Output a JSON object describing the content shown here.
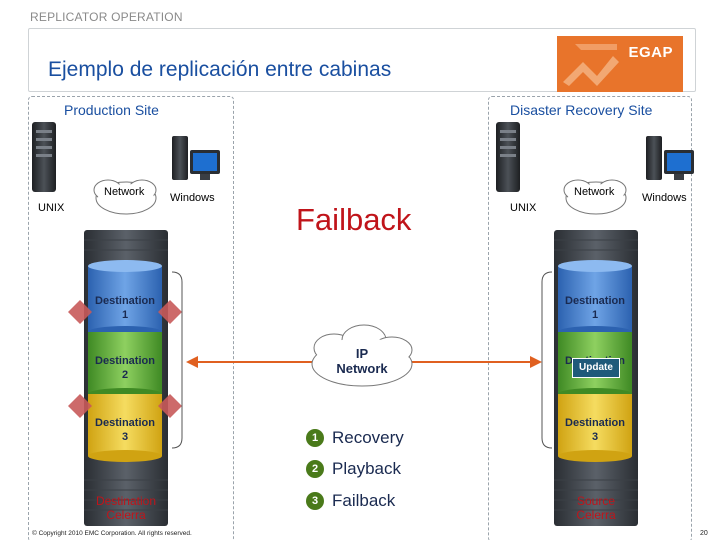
{
  "header": {
    "section": "REPLICATOR OPERATION",
    "title": "Ejemplo de replicación entre cabinas",
    "logo_text": "EGAP"
  },
  "production_site": {
    "title": "Production Site",
    "unix": "UNIX",
    "network": "Network",
    "windows": "Windows",
    "volumes": [
      {
        "line1": "Destination",
        "line2": "1"
      },
      {
        "line1": "Destination",
        "line2": "2"
      },
      {
        "line1": "Destination",
        "line2": "3"
      }
    ],
    "celerra": {
      "line1": "Destination",
      "line2": "Celerra"
    }
  },
  "dr_site": {
    "title": "Disaster Recovery Site",
    "unix": "UNIX",
    "network": "Network",
    "windows": "Windows",
    "volumes": [
      {
        "line1": "Destination",
        "line2": "1"
      },
      {
        "line1": "Destination",
        "line2": "2"
      },
      {
        "line1": "Destination",
        "line2": "3"
      }
    ],
    "update_badge": "Update",
    "celerra": {
      "line1": "Source",
      "line2": "Celerra"
    }
  },
  "center": {
    "heading": "Failback",
    "ip_network": {
      "line1": "IP",
      "line2": "Network"
    },
    "steps": [
      {
        "num": "1",
        "label": "Recovery"
      },
      {
        "num": "2",
        "label": "Playback"
      },
      {
        "num": "3",
        "label": "Failback"
      }
    ]
  },
  "footer": {
    "copyright": "© Copyright 2010 EMC Corporation. All rights reserved.",
    "page": "20"
  },
  "colors": {
    "title_blue": "#1a4fa0",
    "failback_red": "#c0141a",
    "volume_blue": "#3a7fd0",
    "volume_green": "#5fae3a",
    "volume_yellow": "#e8c12a",
    "link_orange": "#e06020",
    "diamond_red": "#c85a5a",
    "logo_orange": "#e8742b"
  },
  "icons": [
    "server-icon",
    "workstation-icon",
    "network-cloud-icon",
    "storage-cabinet-icon",
    "ip-network-cloud-icon",
    "link-arrow-icon"
  ]
}
